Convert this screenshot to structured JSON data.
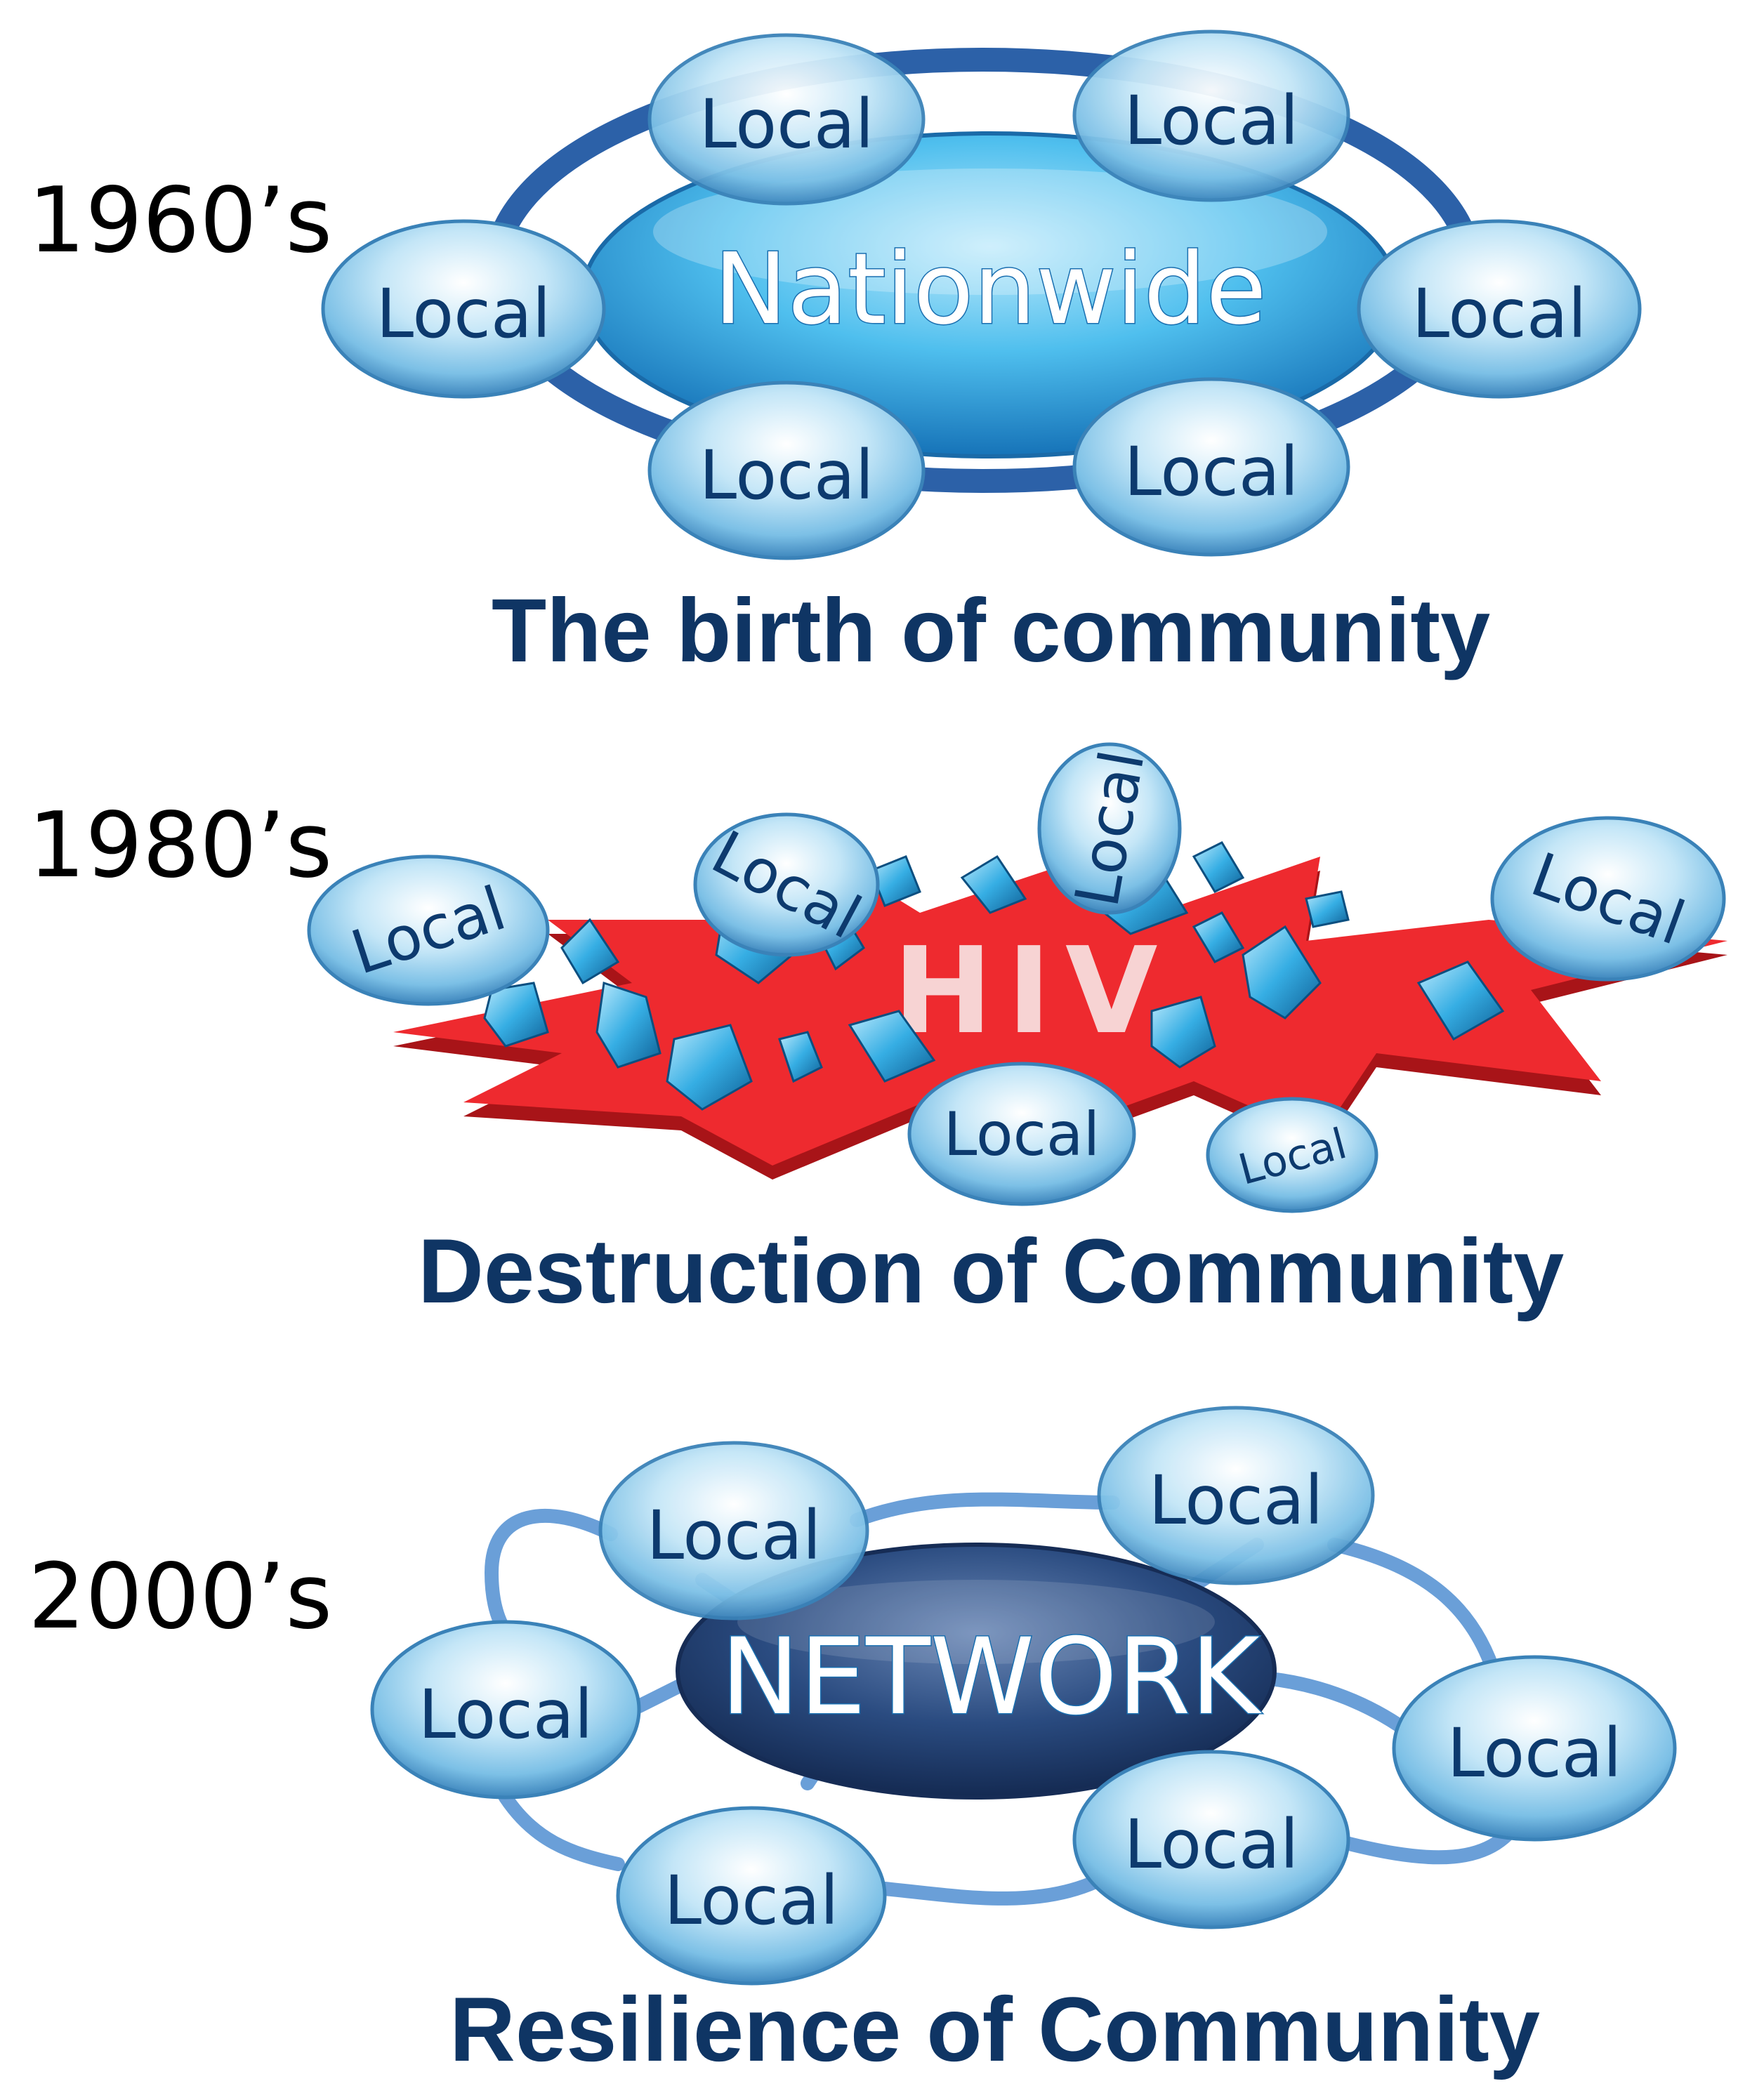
{
  "panels": [
    {
      "era_label": "1960’s",
      "hub_label": "Nationwide",
      "node_label": "Local",
      "caption": "The birth of community"
    },
    {
      "era_label": "1980’s",
      "hub_label": "HIV",
      "node_label": "Local",
      "caption": "Destruction of Community"
    },
    {
      "era_label": "2000’s",
      "hub_label": "NETWORK",
      "node_label": "Local",
      "caption": "Resilience of Community"
    }
  ],
  "colors": {
    "caption": "#0f3564",
    "local_node": "#9fd3ef",
    "nationwide_hub": "#3fb4e6",
    "network_hub": "#1f3f70",
    "ring": "#2c61a8",
    "network_link": "#6a9fd8",
    "burst": "#e8262b",
    "shard": "#2ea9e1"
  }
}
